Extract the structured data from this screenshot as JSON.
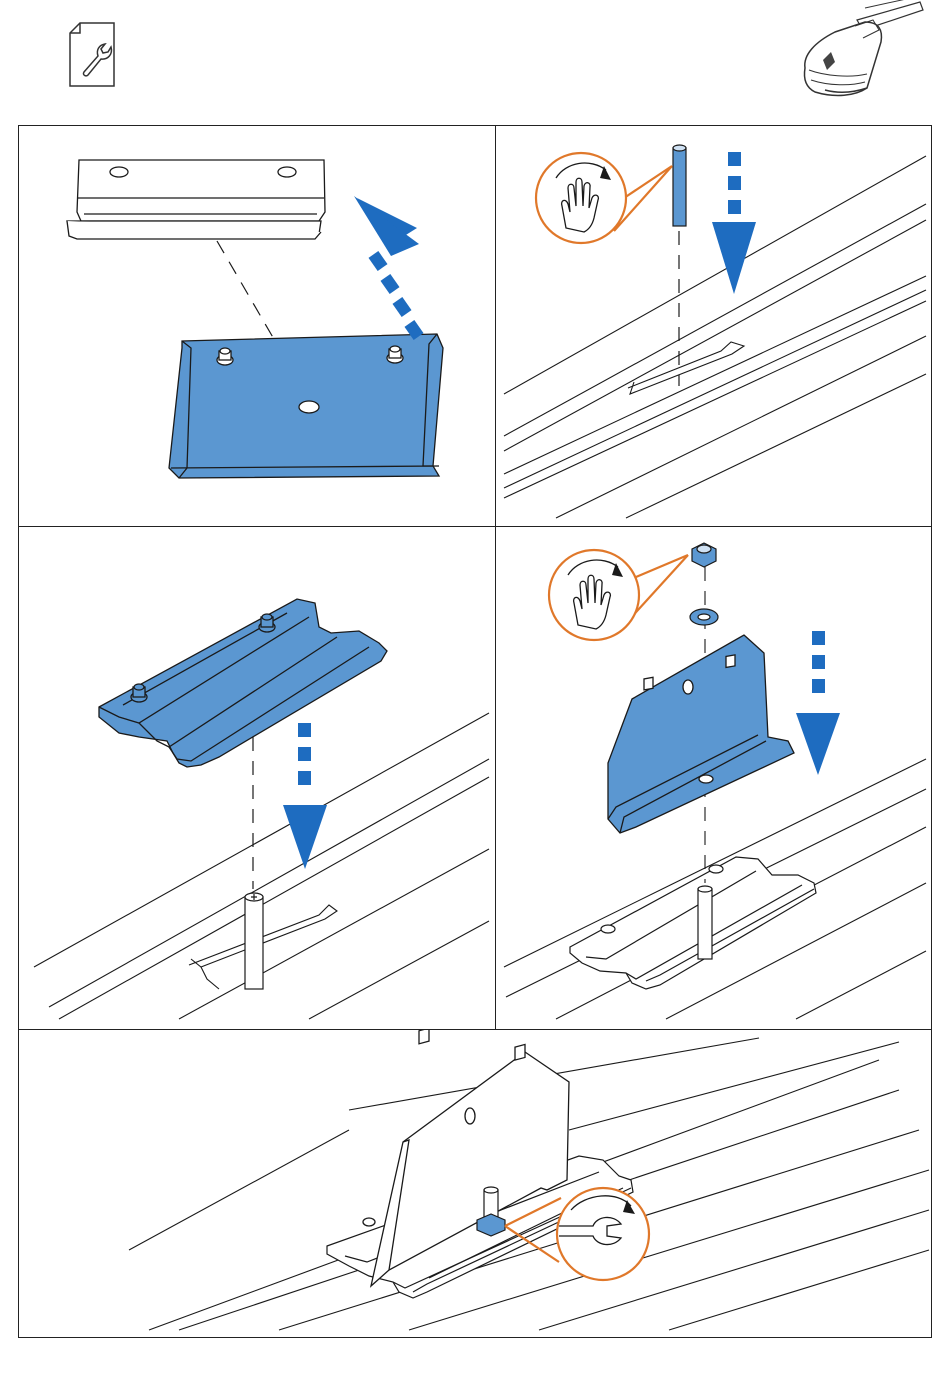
{
  "document": {
    "header": {
      "left_icon": "wrench-document-icon",
      "right_icon": "roof-rack-foot-icon"
    },
    "steps": [
      {
        "id": 1,
        "icon": "blue-arrow-lift-icon",
        "part": "mounting-plate"
      },
      {
        "id": 2,
        "icon": "hand-rotate-icon",
        "part": "threaded-stud"
      },
      {
        "id": 3,
        "icon": "blue-arrow-down-icon",
        "part": "channel-slider"
      },
      {
        "id": 4,
        "icon": "hand-rotate-icon",
        "part": "bracket-nut-washer"
      },
      {
        "id": 5,
        "icon": "wrench-tighten-icon",
        "part": "final-assembly"
      }
    ],
    "colors": {
      "part_blue": "#5b97d1",
      "arrow_blue": "#1e6cc0",
      "callout_orange": "#e0782a",
      "line": "#1a1a1a"
    }
  }
}
